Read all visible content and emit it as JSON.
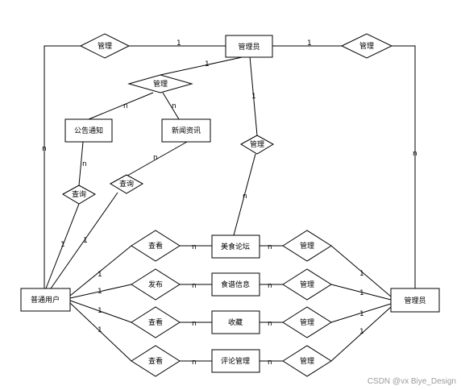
{
  "entities": {
    "admin_top": "管理员",
    "notice": "公告通知",
    "news": "新闻资讯",
    "user": "普通用户",
    "forum": "美食论坛",
    "recipe": "食谱信息",
    "favorite": "收藏",
    "comment": "评论管理",
    "admin_right": "管理员"
  },
  "relations": {
    "manage_left": "管理",
    "manage_right": "管理",
    "manage_center": "管理",
    "manage_forum": "管理",
    "query_notice": "查询",
    "query_news": "查询",
    "view_forum": "查看",
    "publish_recipe": "发布",
    "view_favorite": "查看",
    "view_comment": "查看",
    "manage_r1": "管理",
    "manage_r2": "管理",
    "manage_r3": "管理",
    "manage_r4": "管理"
  },
  "cardinality": {
    "c1": "1",
    "c2": "1",
    "c3": "1",
    "c4": "n",
    "c5": "n",
    "c6": "1",
    "c7": "n",
    "c8": "n",
    "c9": "n",
    "c10": "n",
    "c11": "1",
    "c12": "1",
    "c13": "1",
    "c14": "1",
    "c15": "1",
    "c16": "1",
    "c17": "n",
    "c18": "n",
    "c19": "n",
    "c20": "n",
    "c21": "n",
    "c22": "n",
    "c23": "n",
    "c24": "n",
    "c25": "1",
    "c26": "1",
    "c27": "1",
    "c28": "1",
    "c29": "n"
  },
  "watermark": "CSDN @vx Biye_Design"
}
